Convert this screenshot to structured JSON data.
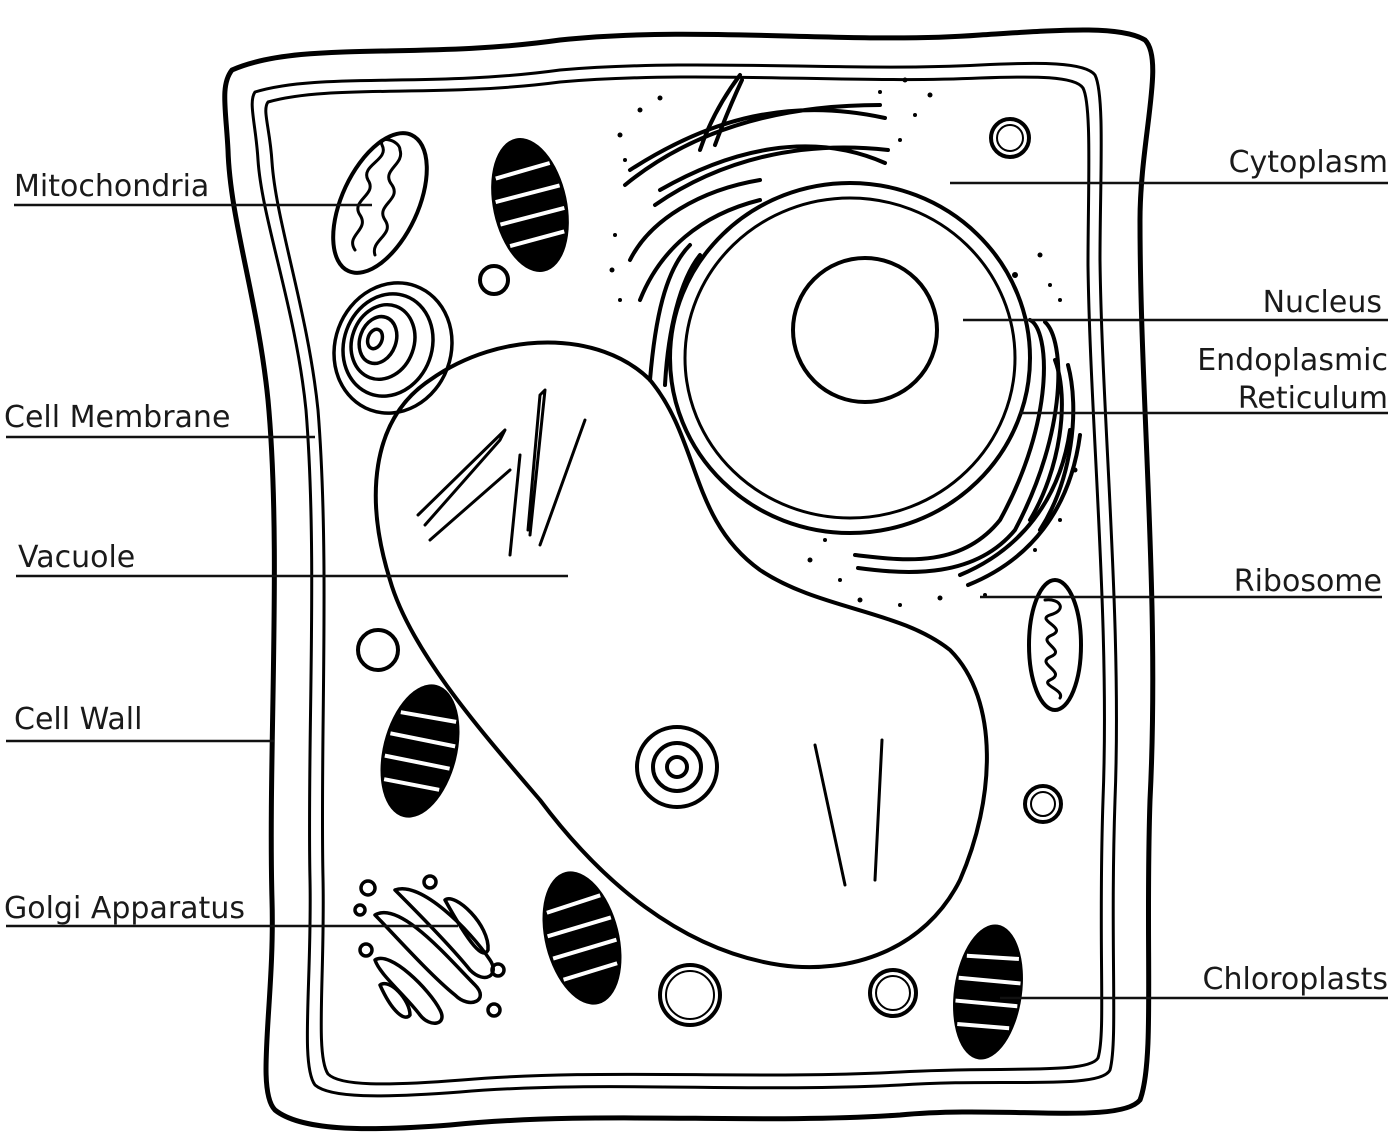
{
  "labels": {
    "mitochondria": "Mitochondria",
    "cell_membrane": "Cell Membrane",
    "vacuole": "Vacuole",
    "cell_wall": "Cell Wall",
    "golgi_apparatus": "Golgi Apparatus",
    "cytoplasm": "Cytoplasm",
    "nucleus": "Nucleus",
    "er_line1": "Endoplasmic",
    "er_line2": "Reticulum",
    "ribosome": "Ribosome",
    "chloroplasts": "Chloroplasts"
  },
  "colors": {
    "ink": "#000000",
    "background": "#ffffff"
  }
}
